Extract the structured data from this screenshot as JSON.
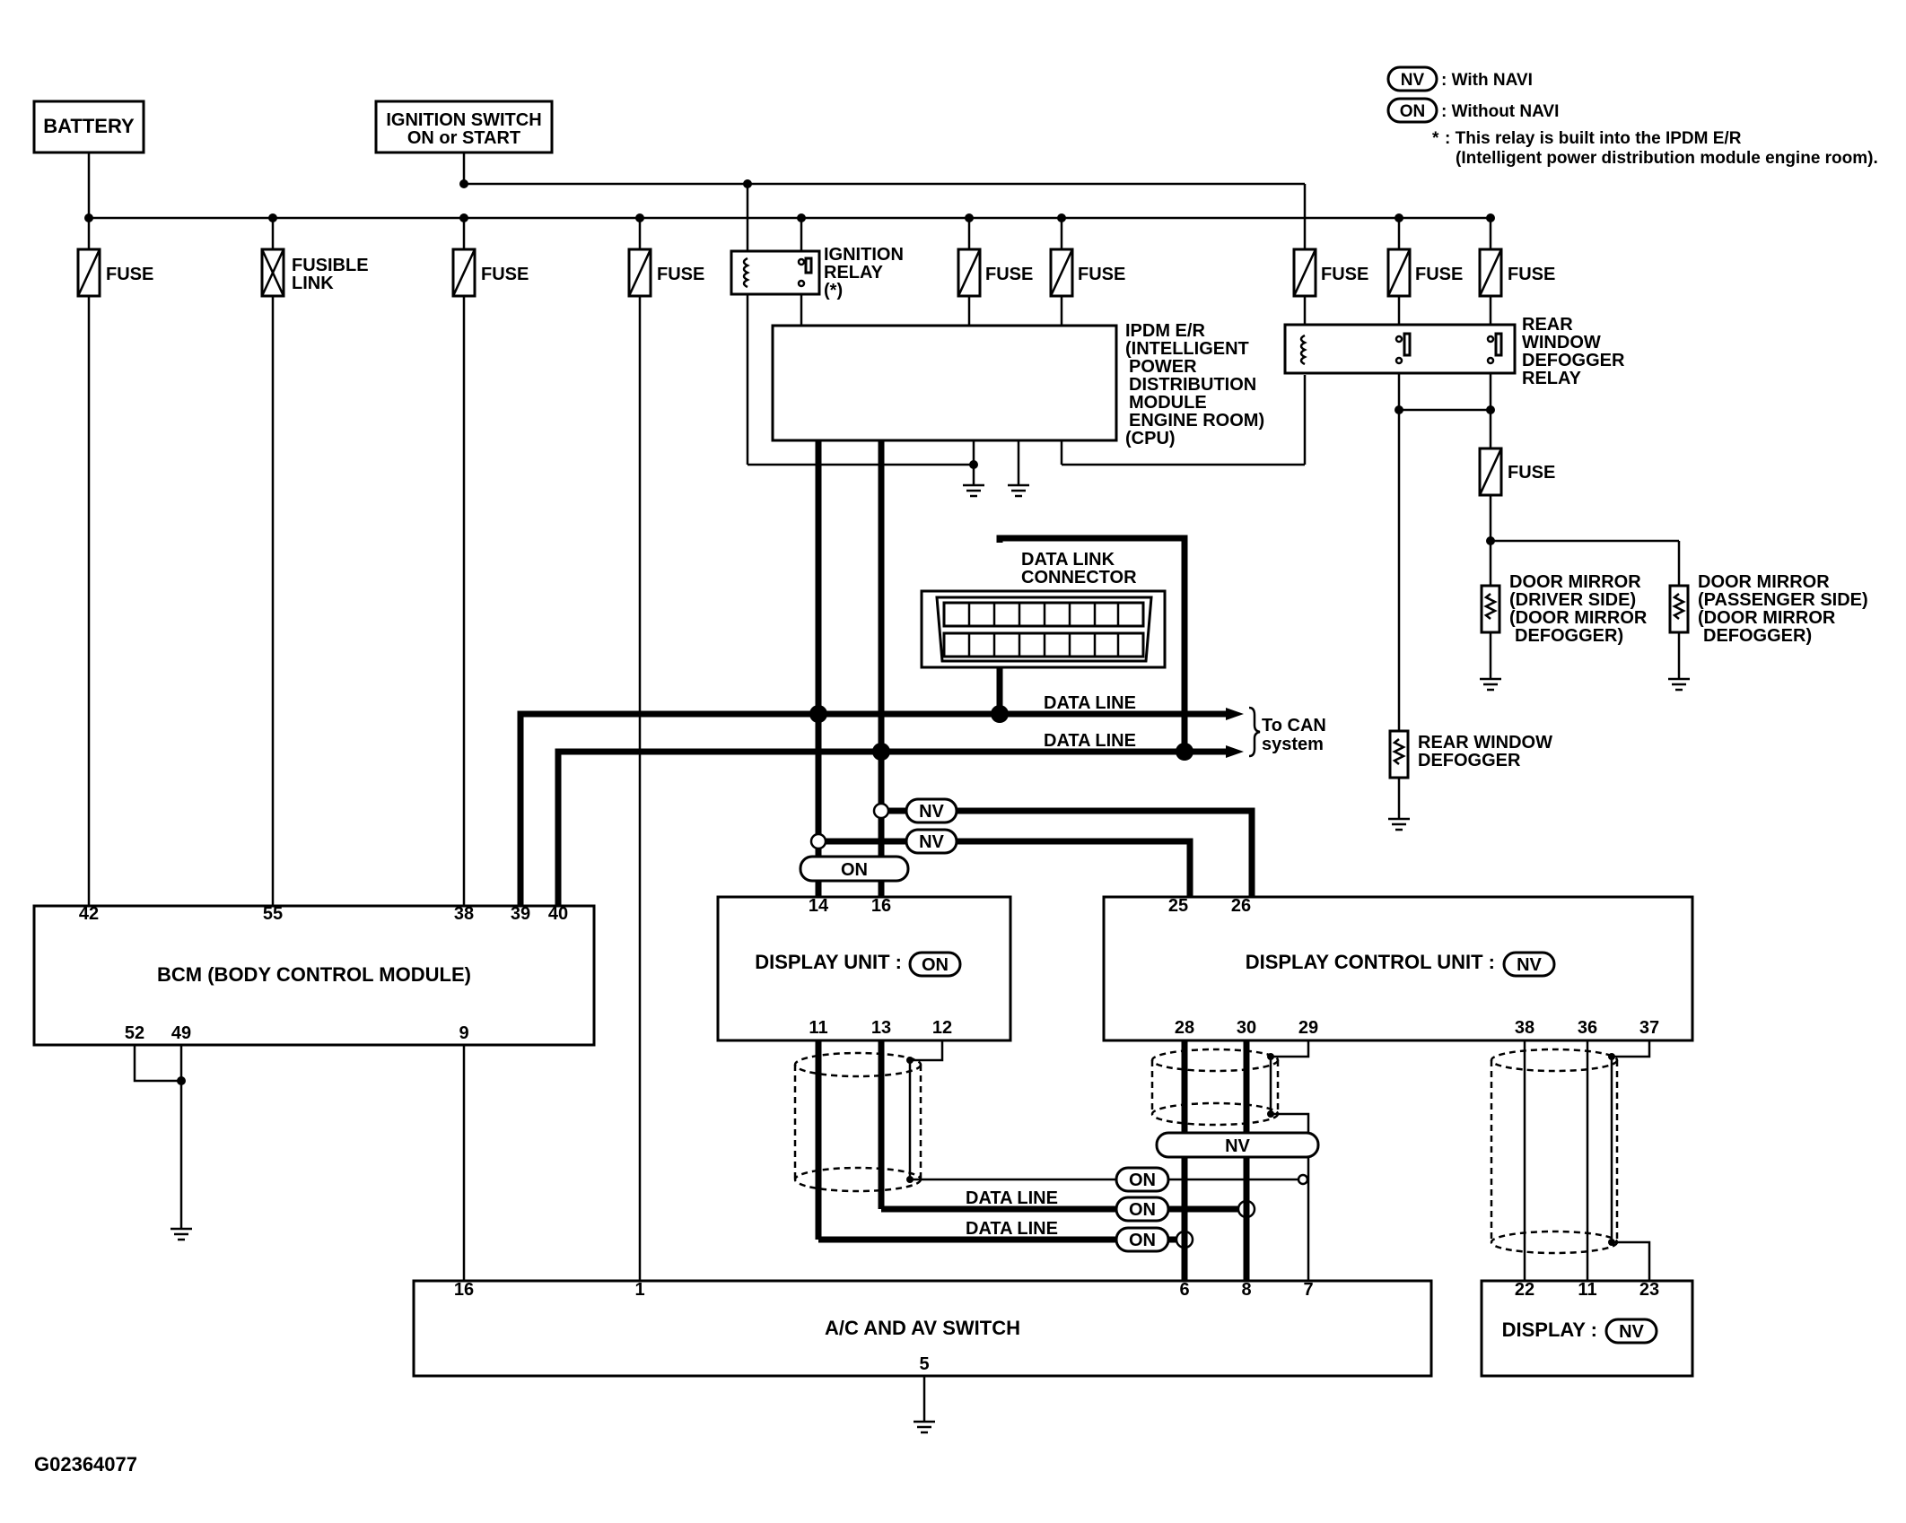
{
  "legend": {
    "nv_tag": "NV",
    "nv_text": ": With NAVI",
    "on_tag": "ON",
    "on_text": ": Without NAVI",
    "note_star": "*",
    "note_line1": ": This relay is built into the IPDM E/R",
    "note_line2": "(Intelligent power distribution module engine room)."
  },
  "sources": {
    "battery": "BATTERY",
    "ignition_line1": "IGNITION SWITCH",
    "ignition_line2": "ON or START"
  },
  "fuses": {
    "fuse": "FUSE",
    "fusible_line1": "FUSIBLE",
    "fusible_line2": "LINK"
  },
  "ignition_relay": {
    "line1": "IGNITION",
    "line2": "RELAY",
    "line3": "(*)"
  },
  "ipdm": {
    "lines": [
      "IPDM E/R",
      "(INTELLIGENT",
      "POWER",
      "DISTRIBUTION",
      "MODULE",
      "ENGINE ROOM)",
      "(CPU)"
    ]
  },
  "rear_relay": {
    "lines": [
      "REAR",
      "WINDOW",
      "DEFOGGER",
      "RELAY"
    ]
  },
  "mirror_driver": {
    "lines": [
      "DOOR MIRROR",
      "(DRIVER SIDE)",
      "(DOOR MIRROR",
      "DEFOGGER)"
    ]
  },
  "mirror_passenger": {
    "lines": [
      "DOOR MIRROR",
      "(PASSENGER SIDE)",
      "(DOOR MIRROR",
      "DEFOGGER)"
    ]
  },
  "rear_defogger": {
    "line1": "REAR WINDOW",
    "line2": "DEFOGGER"
  },
  "dlc": {
    "line1": "DATA LINK",
    "line2": "CONNECTOR"
  },
  "data_line": "DATA LINE",
  "can": {
    "line1": "To CAN",
    "line2": "system"
  },
  "tags": {
    "nv": "NV",
    "on": "ON"
  },
  "bcm": {
    "label": "BCM (BODY CONTROL MODULE)",
    "pins_top": [
      "42",
      "55",
      "38",
      "39",
      "40"
    ],
    "pins_bottom": [
      "52",
      "49",
      "9"
    ]
  },
  "display_unit": {
    "label": "DISPLAY UNIT :",
    "tag": "ON",
    "pins_top": [
      "14",
      "16"
    ],
    "pins_bottom": [
      "11",
      "13",
      "12"
    ]
  },
  "display_control_unit": {
    "label": "DISPLAY CONTROL UNIT :",
    "tag": "NV",
    "pins_top": [
      "25",
      "26"
    ],
    "pins_bottom": [
      "28",
      "30",
      "29",
      "38",
      "36",
      "37"
    ]
  },
  "ac_av_switch": {
    "label": "A/C AND AV SWITCH",
    "pins_top": [
      "16",
      "1",
      "6",
      "8",
      "7"
    ],
    "pin_bottom": "5"
  },
  "display": {
    "label": "DISPLAY :",
    "tag": "NV",
    "pins_top": [
      "22",
      "11",
      "23"
    ]
  },
  "figure_id": "G02364077"
}
